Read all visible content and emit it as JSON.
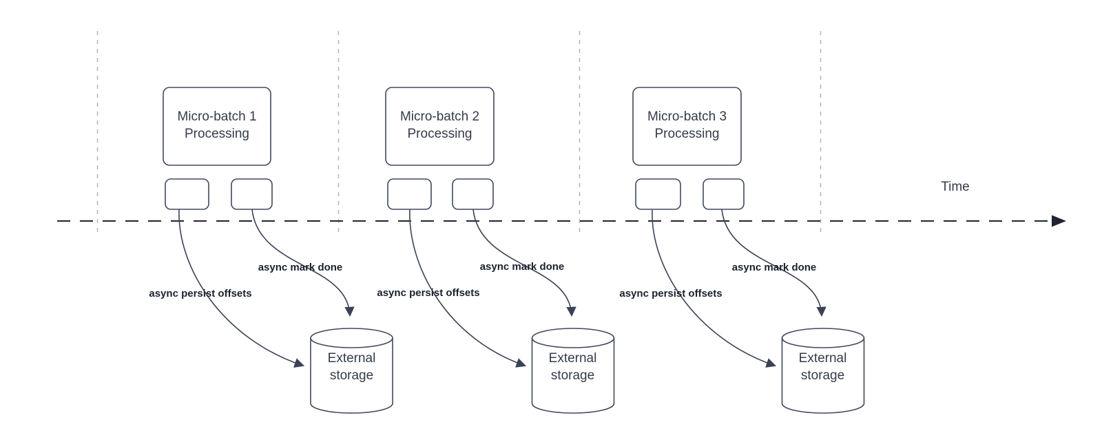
{
  "diagram": {
    "time_axis_label": "Time",
    "groups": [
      {
        "process_label": "Micro-batch 1\nProcessing",
        "persist_label": "async persist offsets",
        "mark_done_label": "async mark done",
        "storage_label": "External\nstorage"
      },
      {
        "process_label": "Micro-batch 2\nProcessing",
        "persist_label": "async persist offsets",
        "mark_done_label": "async mark done",
        "storage_label": "External\nstorage"
      },
      {
        "process_label": "Micro-batch 3\nProcessing",
        "persist_label": "async persist offsets",
        "mark_done_label": "async mark done",
        "storage_label": "External\nstorage"
      }
    ],
    "colors": {
      "background": "#ffffff",
      "shape_stroke": "#40485a",
      "curve_stroke": "#3a4254",
      "timeline_color": "#1f2430",
      "guide_color": "#b4b4b4",
      "text_color": "#343b49",
      "label_color": "#1a212e"
    }
  }
}
